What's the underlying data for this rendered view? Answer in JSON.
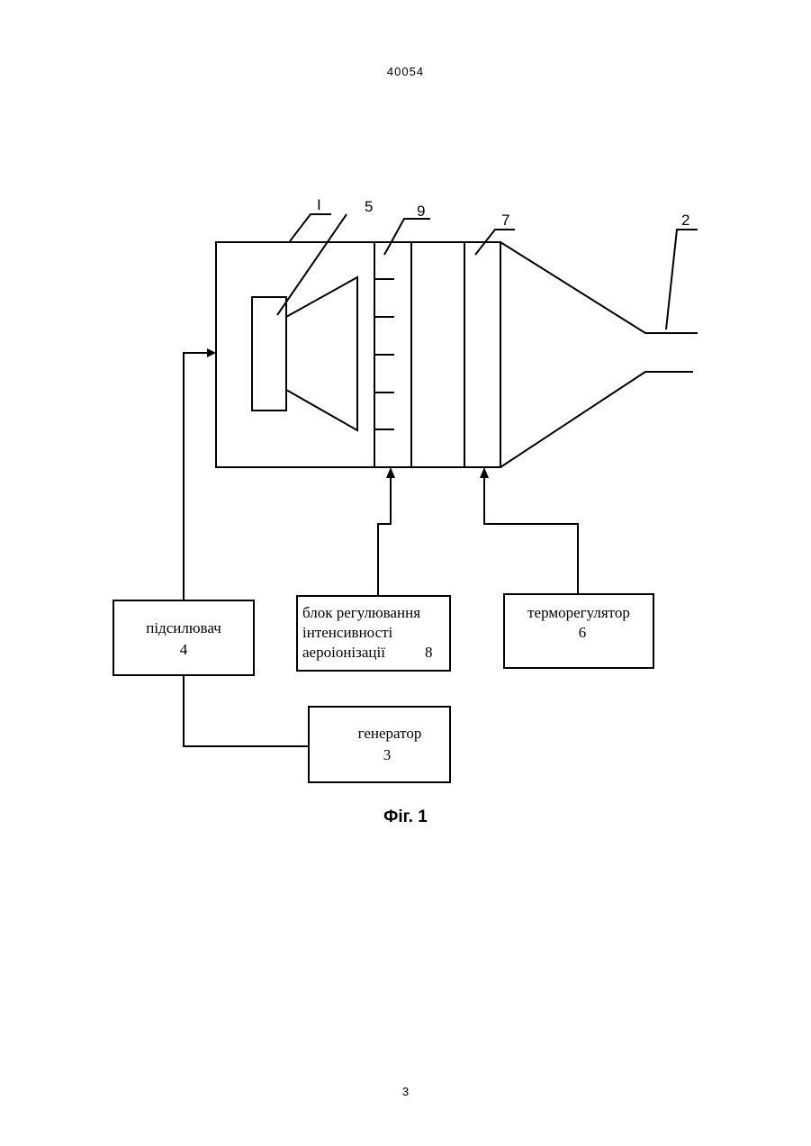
{
  "page": {
    "header": "40054",
    "page_number": "3",
    "caption": "Фіг. 1"
  },
  "diagram": {
    "labels": {
      "housing": "I",
      "emitter": "5",
      "ionizer": "9",
      "heater": "7",
      "nozzle": "2"
    },
    "blocks": {
      "amplifier": {
        "name": "підсилювач",
        "number": "4"
      },
      "ionization_control": {
        "line1": "блок регулювання",
        "line2": "інтенсивності",
        "line3": "аероіонізації",
        "number": "8"
      },
      "thermoregulator": {
        "name": "терморегулятор",
        "number": "6"
      },
      "generator": {
        "name": "генератор",
        "number": "3"
      }
    }
  }
}
